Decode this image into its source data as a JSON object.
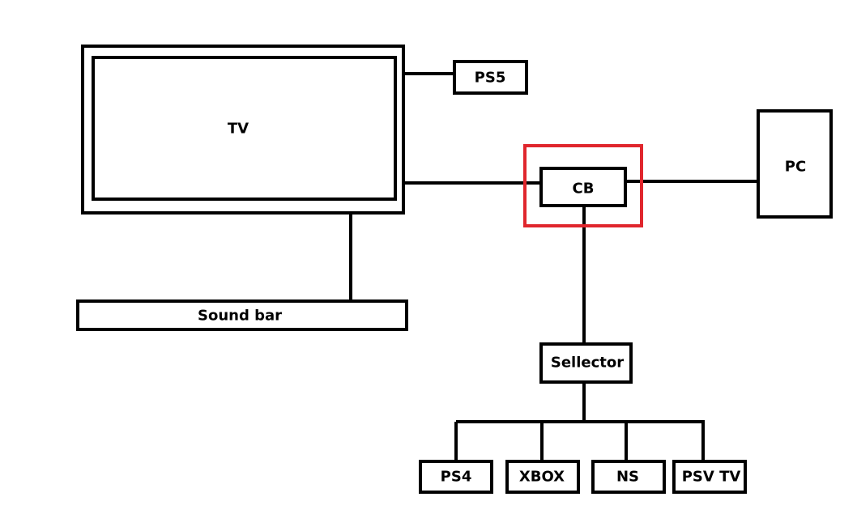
{
  "diagram": {
    "nodes": {
      "tv": "TV",
      "ps5": "PS5",
      "cb": "CB",
      "pc": "PC",
      "soundbar": "Sound bar",
      "selector": "Sellector",
      "ps4": "PS4",
      "xbox": "XBOX",
      "ns": "NS",
      "psvtv": "PSV TV"
    },
    "edges": [
      [
        "tv",
        "ps5"
      ],
      [
        "tv",
        "cb"
      ],
      [
        "cb",
        "pc"
      ],
      [
        "tv",
        "soundbar"
      ],
      [
        "cb",
        "selector"
      ],
      [
        "selector",
        "ps4"
      ],
      [
        "selector",
        "xbox"
      ],
      [
        "selector",
        "ns"
      ],
      [
        "selector",
        "psvtv"
      ]
    ],
    "highlighted_node": "cb",
    "colors": {
      "stroke": "#000000",
      "highlight": "#e0262d",
      "background": "#ffffff"
    }
  }
}
